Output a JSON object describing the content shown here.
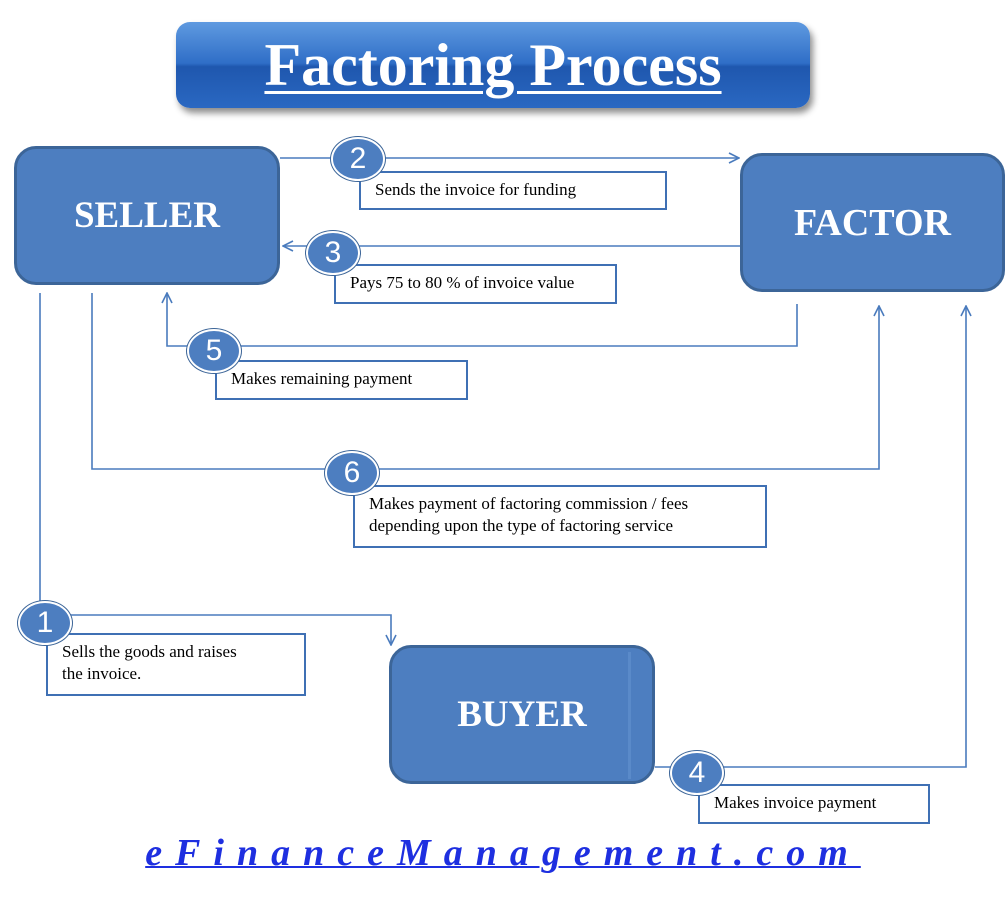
{
  "title": "Factoring Process",
  "entities": {
    "seller": "SELLER",
    "factor": "FACTOR",
    "buyer": "BUYER"
  },
  "steps": [
    {
      "number": "1",
      "text": "Sells the goods and raises\nthe invoice."
    },
    {
      "number": "2",
      "text": "Sends the invoice for funding"
    },
    {
      "number": "3",
      "text": "Pays 75 to 80 % of invoice value"
    },
    {
      "number": "4",
      "text": "Makes invoice payment"
    },
    {
      "number": "5",
      "text": "Makes remaining payment"
    },
    {
      "number": "6",
      "text": "Makes payment of factoring commission /  fees\ndepending upon the type of factoring service"
    }
  ],
  "footer": "eFinanceManagement.com",
  "colors": {
    "box_fill": "#4d7ec0",
    "box_border": "#3c6598",
    "connector": "#4a7bbd",
    "footer_text": "#1e2fe0"
  }
}
